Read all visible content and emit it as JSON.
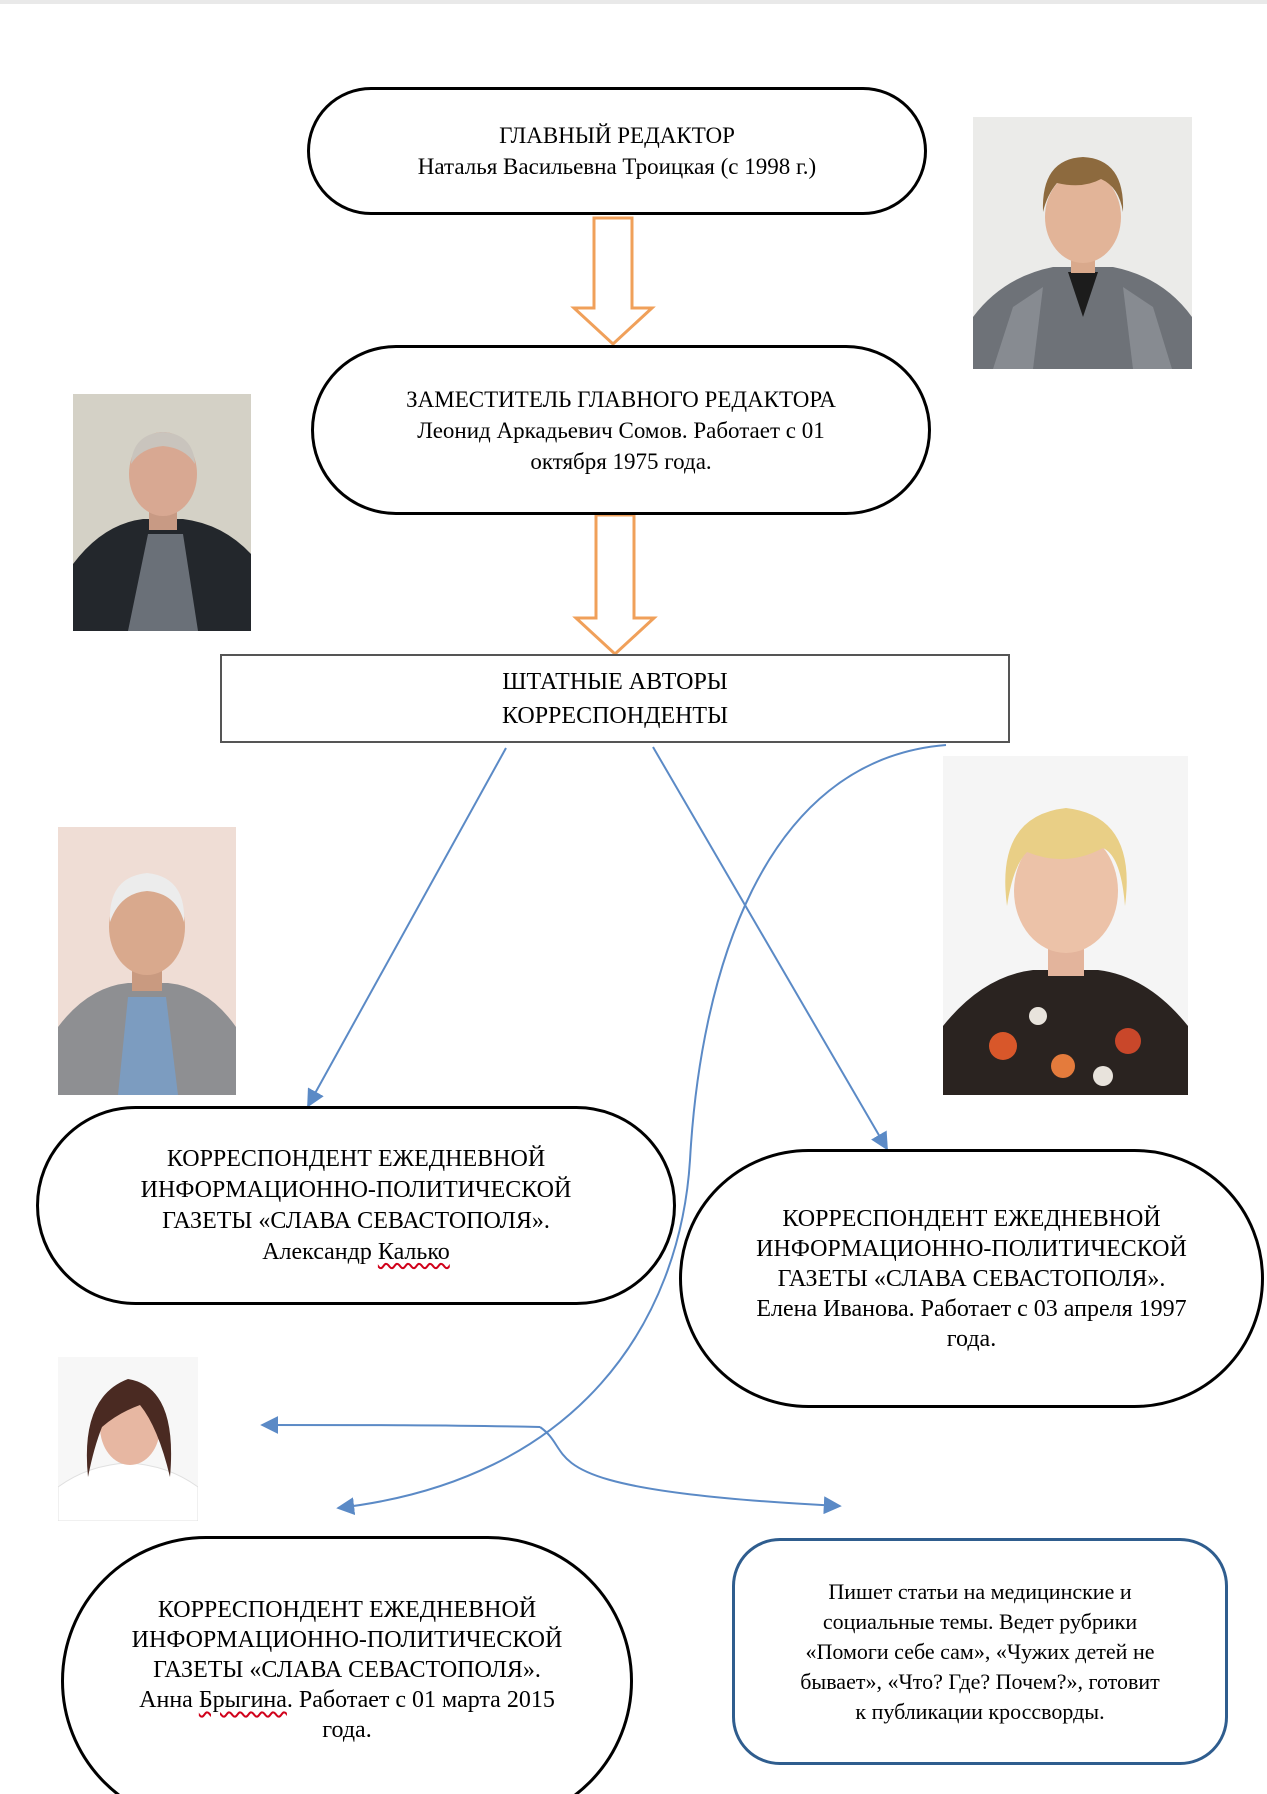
{
  "nodes": {
    "chief_editor": {
      "title": "ГЛАВНЫЙ РЕДАКТОР",
      "name": "Наталья Васильевна Троицкая (с 1998 г.)"
    },
    "deputy_editor": {
      "title": "ЗАМЕСТИТЕЛЬ ГЛАВНОГО РЕДАКТОРА",
      "line2": "Леонид Аркадьевич Сомов. Работает с 01",
      "line3": "октября 1975 года."
    },
    "staff": {
      "line1": "ШТАТНЫЕ АВТОРЫ",
      "line2": "КОРРЕСПОНДЕНТЫ"
    },
    "correspondent_1": {
      "line1": "КОРРЕСПОНДЕНТ ЕЖЕДНЕВНОЙ",
      "line2": "ИНФОРМАЦИОННО-ПОЛИТИЧЕСКОЙ",
      "line3": "ГАЗЕТЫ «СЛАВА СЕВАСТОПОЛЯ».",
      "first_name": "Александр",
      "surname": "Калько"
    },
    "correspondent_2": {
      "line1": "КОРРЕСПОНДЕНТ ЕЖЕДНЕВНОЙ",
      "line2": "ИНФОРМАЦИОННО-ПОЛИТИЧЕСКОЙ",
      "line3": "ГАЗЕТЫ «СЛАВА СЕВАСТОПОЛЯ».",
      "line4": "Елена Иванова. Работает с 03 апреля 1997",
      "line5": "года."
    },
    "correspondent_3": {
      "line1": "КОРРЕСПОНДЕНТ ЕЖЕДНЕВНОЙ",
      "line2": "ИНФОРМАЦИОННО-ПОЛИТИЧЕСКОЙ",
      "line3": "ГАЗЕТЫ «СЛАВА СЕВАСТОПОЛЯ».",
      "first_name": "Анна",
      "surname": "Брыгина",
      "rest": ". Работает с 01 марта 2015",
      "line5": "года."
    },
    "description": {
      "line1": "Пишет статьи на медицинские и",
      "line2": "социальные темы. Ведет рубрики",
      "line3": "«Помоги себе сам», «Чужих детей не",
      "line4": "бывает», «Что? Где? Почем?», готовит",
      "line5": "к публикации кроссворды."
    }
  },
  "colors": {
    "hollow_arrow": "#f0a05a",
    "connector": "#5b8ac6",
    "description_border": "#2f5d8e",
    "spellcheck": "#d0021b"
  }
}
